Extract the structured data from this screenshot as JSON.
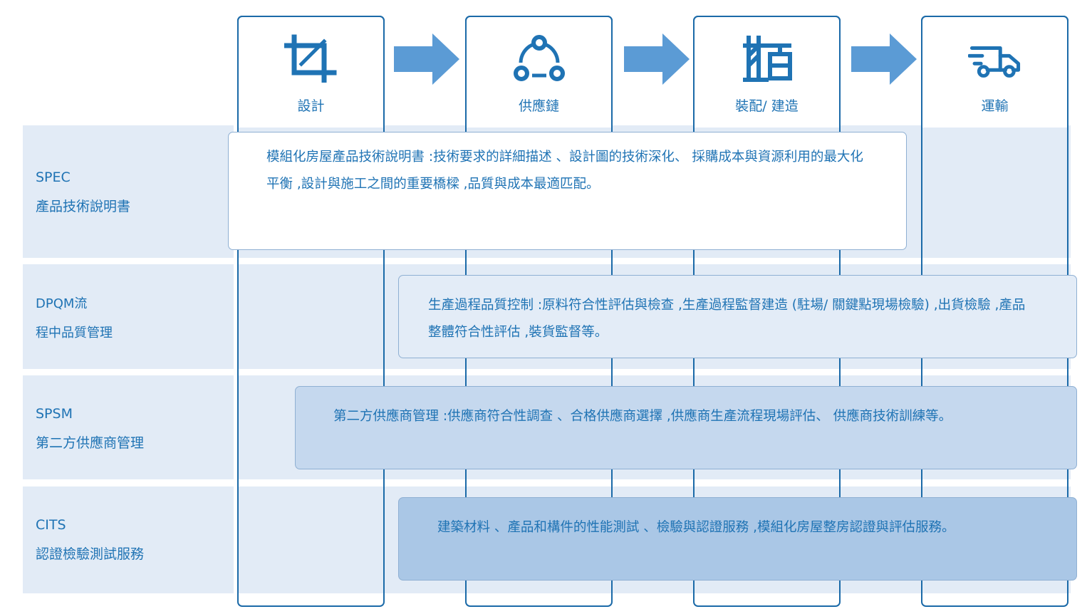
{
  "stages": [
    {
      "label": "設計",
      "icon": "crop-icon"
    },
    {
      "label": "供應鏈",
      "icon": "network-icon"
    },
    {
      "label": "裝配/ 建造",
      "icon": "crane-icon"
    },
    {
      "label": "運輸",
      "icon": "truck-icon"
    }
  ],
  "rows": [
    {
      "code": "SPEC",
      "name": "產品技術說明書",
      "description": "模組化房屋產品技術說明書 :技術要求的詳細描述 、設計圖的技術深化、 採購成本與資源利用的最大化平衡 ,設計與施工之間的重要橋樑 ,品質與成本最適匹配。"
    },
    {
      "code": "DPQM流",
      "name": "程中品質管理",
      "description": "生產過程品質控制 :原料符合性評估與檢查 ,生產過程監督建造 (駐場/ 關鍵點現場檢驗) ,出貨檢驗 ,產品整體符合性評估 ,裝貨監督等。"
    },
    {
      "code": "SPSM",
      "name": "第二方供應商管理",
      "description": "第二方供應商管理 :供應商符合性調查 、合格供應商選擇 ,供應商生產流程現場評估、 供應商技術訓練等。"
    },
    {
      "code": "CITS",
      "name": "認證檢驗測試服務",
      "description": "建築材料 、產品和構件的性能測試 、檢驗與認證服務 ,模組化房屋整房認證與評估服務。"
    }
  ],
  "colors": {
    "primary": "#1f73b4",
    "border": "#1b6aa8",
    "band": "#e2ebf6",
    "arrow": "#5b9bd5",
    "box_spec": "#ffffff",
    "box_dpqm": "#e3ecf7",
    "box_spsm": "#c5d8ee",
    "box_cits": "#aac7e6"
  }
}
